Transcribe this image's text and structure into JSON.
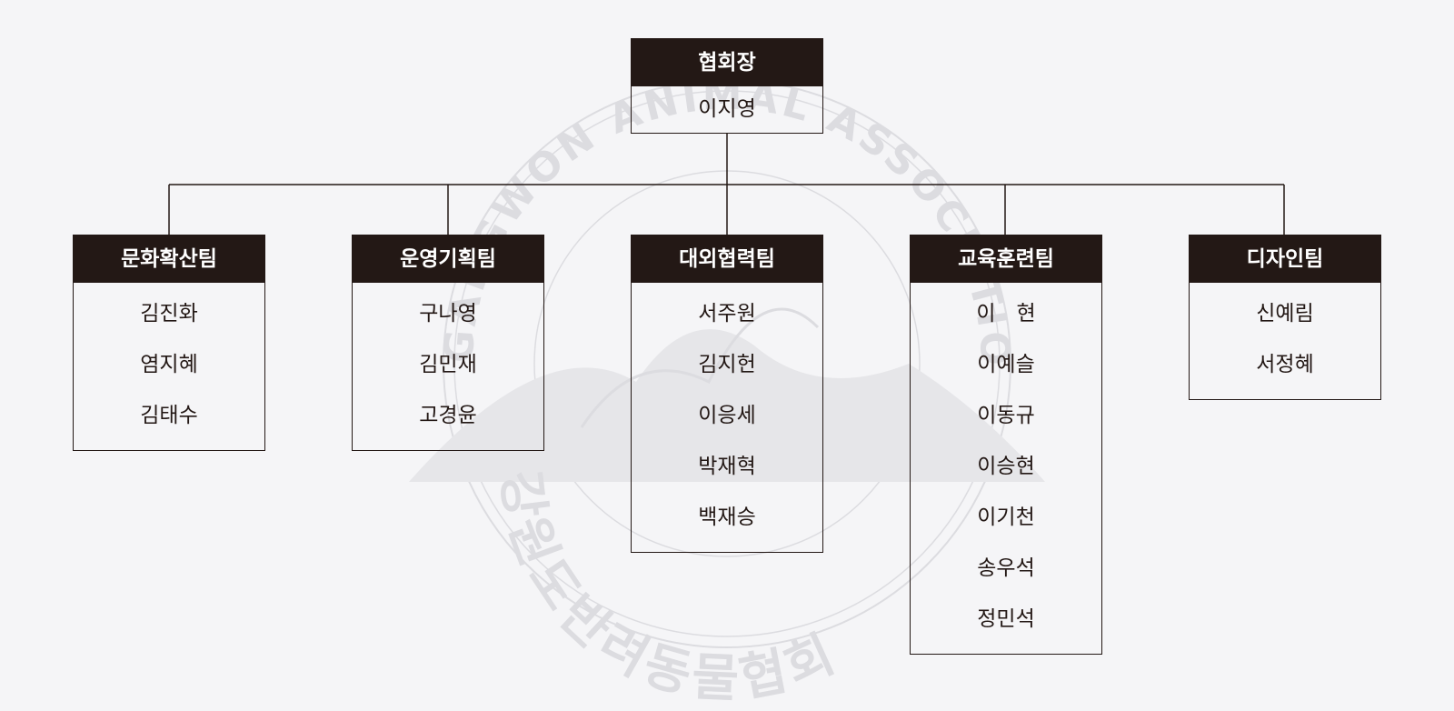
{
  "colors": {
    "header_bg": "#231815",
    "header_text": "#ffffff",
    "line": "#231815",
    "background": "#f5f5f7",
    "watermark": "#d9d9dc"
  },
  "watermark": {
    "text_outer": "GANGWON ANIMAL ASSOCIATION",
    "text_inner": "강원도반려동물협회"
  },
  "org": {
    "root": {
      "title": "협회장",
      "members": [
        "이지영"
      ]
    },
    "teams": [
      {
        "title": "문화확산팀",
        "members": [
          "김진화",
          "염지혜",
          "김태수"
        ]
      },
      {
        "title": "운영기획팀",
        "members": [
          "구나영",
          "김민재",
          "고경윤"
        ]
      },
      {
        "title": "대외협력팀",
        "members": [
          "서주원",
          "김지헌",
          "이응세",
          "박재혁",
          "백재승"
        ]
      },
      {
        "title": "교육훈련팀",
        "members": [
          "이　현",
          "이예슬",
          "이동규",
          "이승현",
          "이기천",
          "송우석",
          "정민석"
        ]
      },
      {
        "title": "디자인팀",
        "members": [
          "신예림",
          "서정혜"
        ]
      }
    ]
  }
}
